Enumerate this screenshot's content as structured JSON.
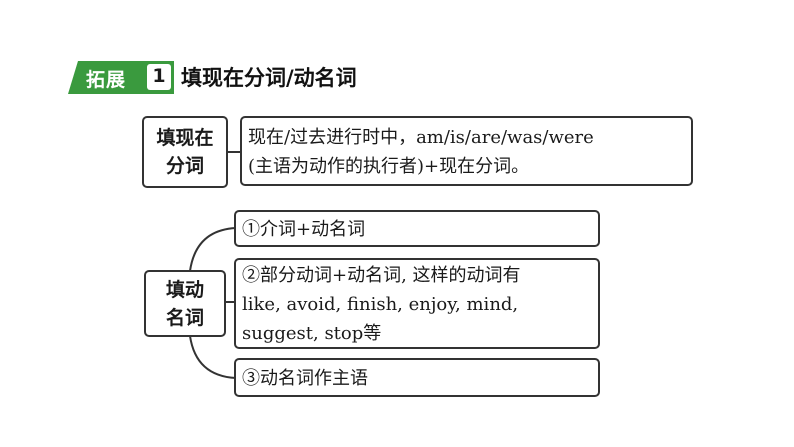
{
  "header": {
    "badge_label": "拓展",
    "badge_number": "1",
    "title": "填现在分词/动名词"
  },
  "section1": {
    "label_line1": "填现在",
    "label_line2": "分词",
    "content_line1": "现在/过去进行时中，am/is/are/was/were",
    "content_line2": "(主语为动作的执行者)+现在分词。"
  },
  "section2": {
    "label_line1": "填动",
    "label_line2": "名词",
    "items": [
      {
        "lines": [
          "①介词+动名词"
        ]
      },
      {
        "lines": [
          "②部分动词+动名词, 这样的动词有",
          "like, avoid, finish, enjoy, mind,",
          "suggest, stop等"
        ]
      },
      {
        "lines": [
          "③动名词作主语"
        ]
      }
    ]
  },
  "colors": {
    "badge_green": "#3a9a3e",
    "border": "#333333"
  }
}
